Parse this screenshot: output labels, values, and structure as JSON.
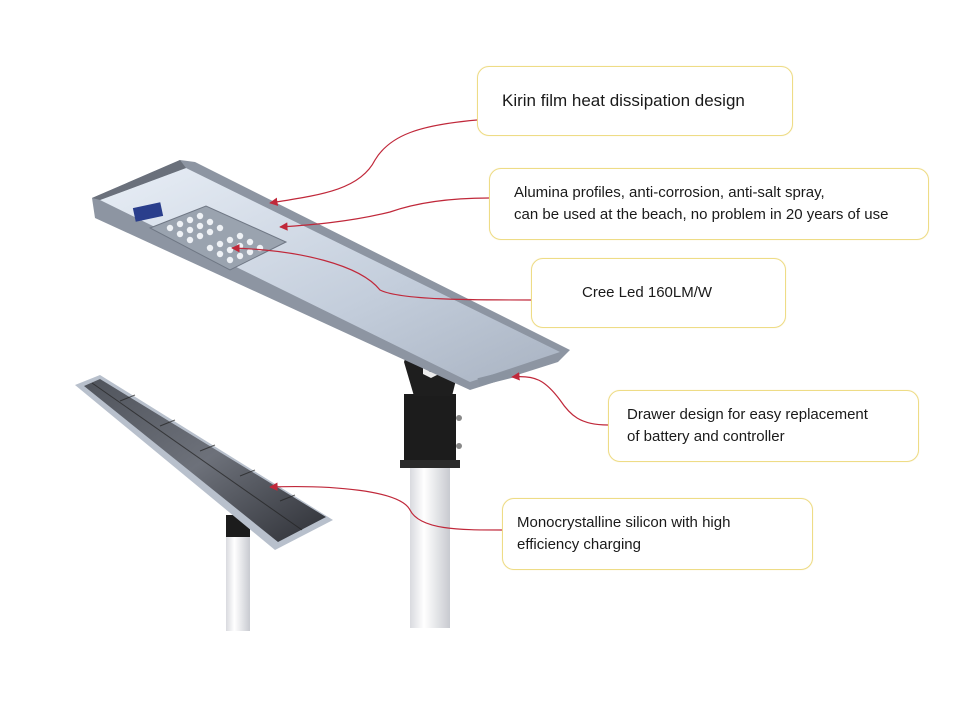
{
  "diagram": {
    "subject": "All-in-one solar street light",
    "callouts": [
      {
        "id": "heat-dissipation",
        "text": "Kirin film heat dissipation design"
      },
      {
        "id": "alumina-profiles",
        "text": "Alumina profiles, anti-corrosion, anti-salt spray,\ncan be used at the beach, no problem in 20 years of use"
      },
      {
        "id": "cree-led",
        "text": "Cree Led 160LM/W"
      },
      {
        "id": "drawer-design",
        "text": "Drawer design for easy replacement\nof battery and controller"
      },
      {
        "id": "mono-silicon",
        "text": "Monocrystalline silicon with high\nefficiency charging"
      }
    ],
    "colors": {
      "callout_border": "#eedc86",
      "leader_line": "#c0283a",
      "pole": "#f4f4f6",
      "bracket": "#1c1c1c",
      "lamp_body": "#c9d2de",
      "solar_panel": "#3a3d44"
    }
  }
}
